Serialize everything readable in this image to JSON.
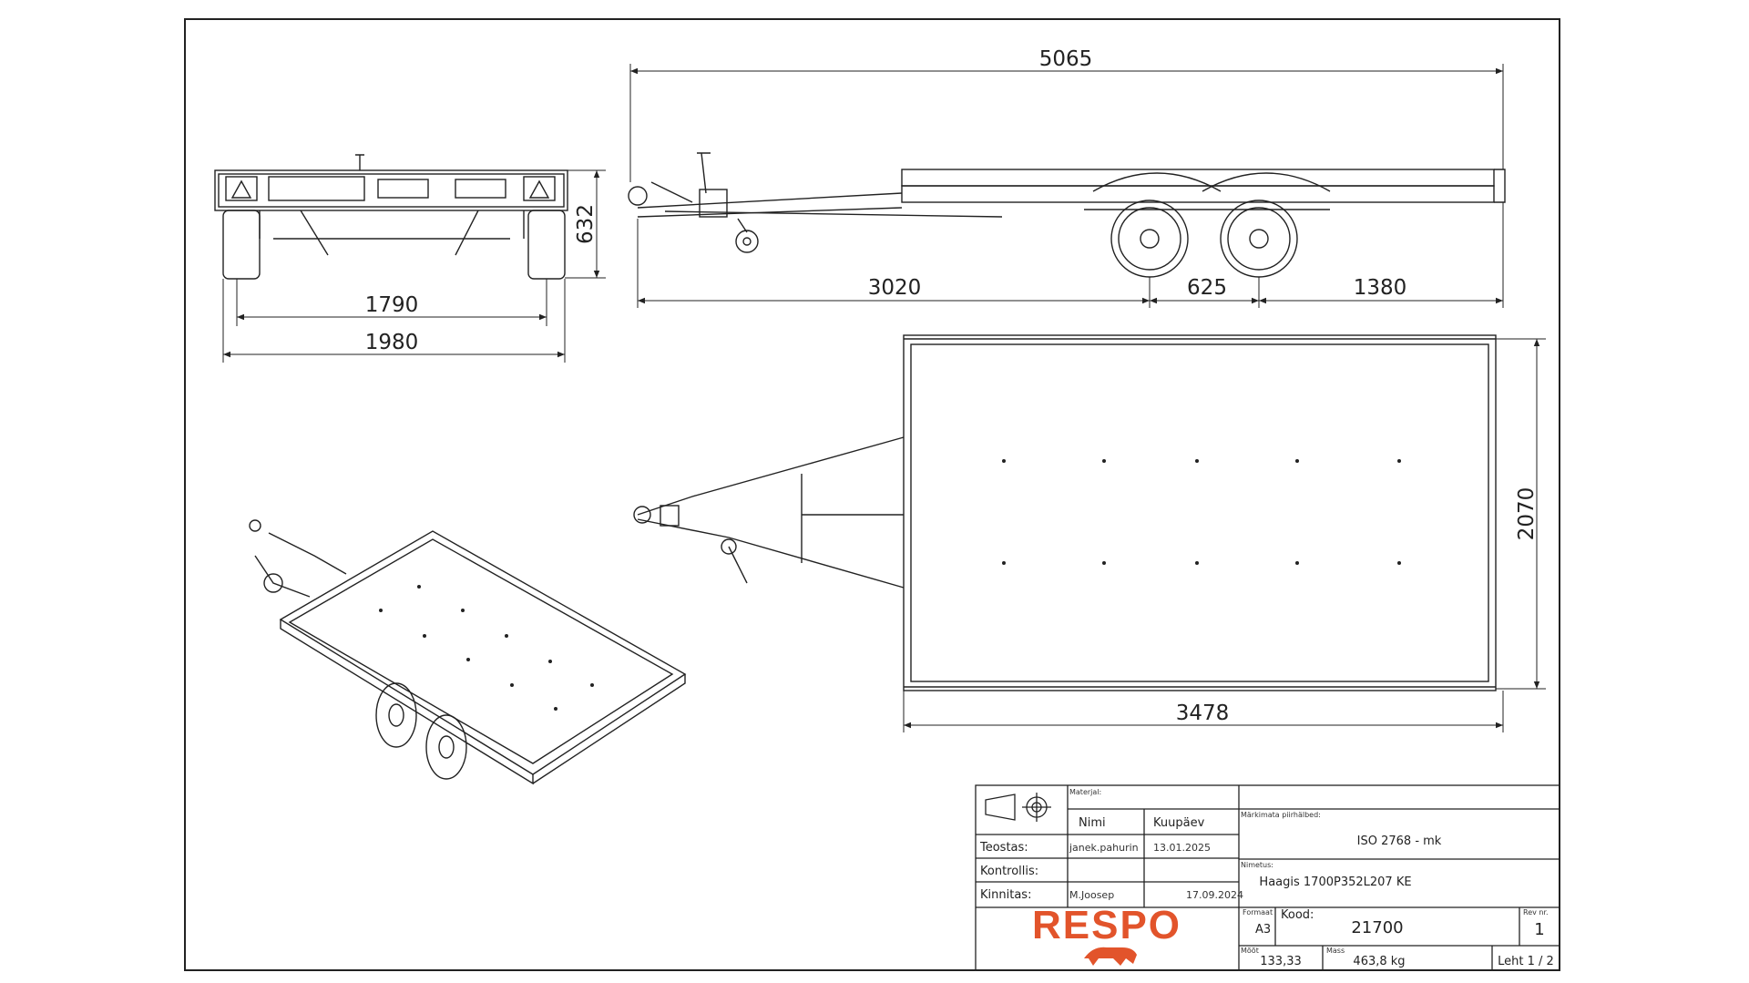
{
  "dimensions": {
    "overall_length": "5065",
    "height": "632",
    "inner_track": "1790",
    "overall_width": "1980",
    "drawbar_length": "3020",
    "axle_spacing": "625",
    "rear_overhang": "1380",
    "deck_width": "2070",
    "deck_length": "3478"
  },
  "title_block": {
    "material_label": "Materjal:",
    "col_name": "Nimi",
    "col_date": "Kuupäev",
    "rows": [
      {
        "label": "Teostas:",
        "name": "janek.pahurin",
        "date": "13.01.2025"
      },
      {
        "label": "Kontrollis:",
        "name": "",
        "date": ""
      },
      {
        "label": "Kinnitas:",
        "name": "M.Joosep",
        "date": "17.09.2024"
      }
    ],
    "notes_label": "Märkimata piirhälbed:",
    "notes_value": "ISO 2768 - mk",
    "name_label": "Nimetus:",
    "name_value": "Haagis 1700P352L207 KE",
    "format_label": "Formaat",
    "format_value": "A3",
    "code_label": "Kood:",
    "code_value": "21700",
    "rev_label": "Rev nr.",
    "rev_value": "1",
    "scale_label": "Mõõt",
    "scale_value": "133,33",
    "mass_label": "Mass",
    "mass_value": "463,8 kg",
    "sheet_value": "Leht 1 / 2"
  },
  "logo": {
    "text": "RESPO",
    "color": "#e2542b"
  }
}
